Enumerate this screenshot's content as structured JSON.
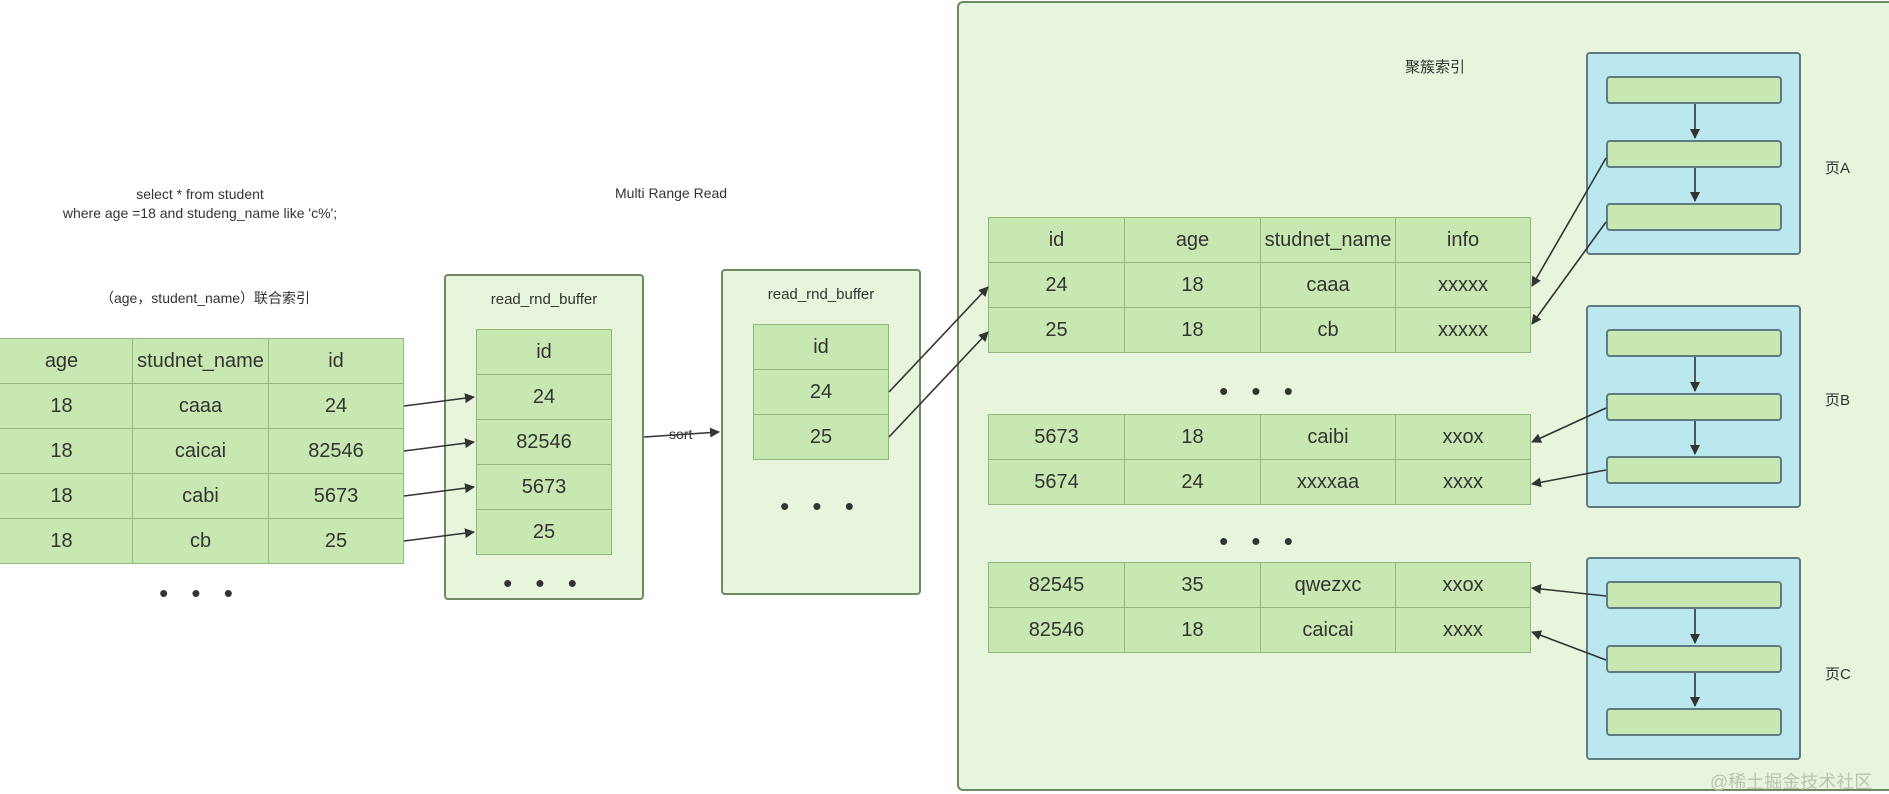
{
  "query": {
    "line1": "select * from student",
    "line2": "where age =18 and studeng_name like 'c%';"
  },
  "composite_index_label": "（age，student_name）联合索引",
  "mrr_label": "Multi Range Read",
  "sort_label": "sort",
  "clustered_index_label": "聚簇索引",
  "ellipsis": "• • •",
  "secondary_index": {
    "headers": [
      "age",
      "studnet_name",
      "id"
    ],
    "rows": [
      [
        "18",
        "caaa",
        "24"
      ],
      [
        "18",
        "caicai",
        "82546"
      ],
      [
        "18",
        "cabi",
        "5673"
      ],
      [
        "18",
        "cb",
        "25"
      ]
    ]
  },
  "buffer1": {
    "title": "read_rnd_buffer",
    "header": "id",
    "values": [
      "24",
      "82546",
      "5673",
      "25"
    ]
  },
  "buffer2": {
    "title": "read_rnd_buffer",
    "header": "id",
    "values": [
      "24",
      "25"
    ]
  },
  "clustered_table": {
    "headers": [
      "id",
      "age",
      "studnet_name",
      "info"
    ],
    "group_a": [
      [
        "24",
        "18",
        "caaa",
        "xxxxx"
      ],
      [
        "25",
        "18",
        "cb",
        "xxxxx"
      ]
    ],
    "group_b": [
      [
        "5673",
        "18",
        "caibi",
        "xxox"
      ],
      [
        "5674",
        "24",
        "xxxxaa",
        "xxxx"
      ]
    ],
    "group_c": [
      [
        "82545",
        "35",
        "qwezxc",
        "xxox"
      ],
      [
        "82546",
        "18",
        "caicai",
        "xxxx"
      ]
    ]
  },
  "pages": {
    "a": "页A",
    "b": "页B",
    "c": "页C"
  },
  "watermark": "@稀土掘金技术社区",
  "colors": {
    "cell_fill": "#c7e8b0",
    "panel_fill": "#e6f5dc",
    "page_fill": "#bbe8ef",
    "arrow": "#333333"
  }
}
